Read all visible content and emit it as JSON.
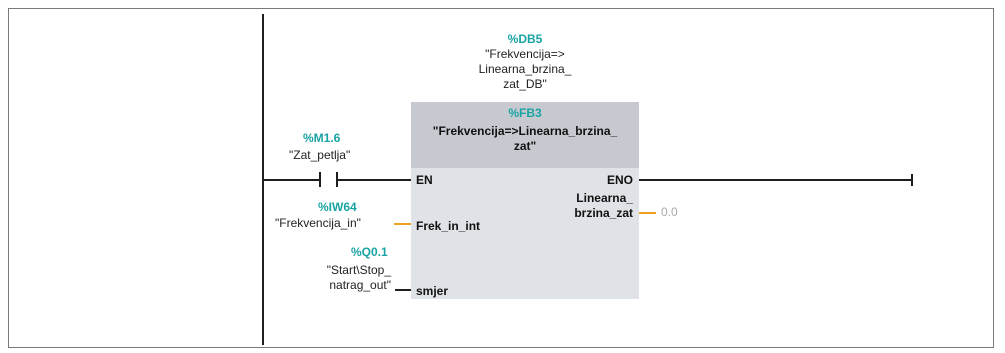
{
  "db": {
    "address": "%DB5",
    "name_line1": "\"Frekvencija=>",
    "name_line2": "Linearna_brzina_",
    "name_line3": "zat_DB\""
  },
  "fb": {
    "address": "%FB3",
    "name_line1": "\"Frekvencija=>Linearna_brzina_",
    "name_line2": "zat\""
  },
  "contact": {
    "address": "%M1.6",
    "name": "\"Zat_petlja\""
  },
  "inputs": {
    "en": "EN",
    "frek_param": "Frek_in_int",
    "frek_address": "%IW64",
    "frek_name": "\"Frekvencija_in\"",
    "smjer_param": "smjer",
    "smjer_address": "%Q0.1",
    "smjer_name_line1": "\"Start\\Stop_",
    "smjer_name_line2": "natrag_out\""
  },
  "outputs": {
    "eno": "ENO",
    "lin_param_line1": "Linearna_",
    "lin_param_line2": "brzina_zat",
    "lin_value": "0.0"
  },
  "colors": {
    "teal": "#1aa3a3",
    "orange": "#f0a020",
    "block_header": "#c6cad0",
    "block_body": "#dfe2e6"
  }
}
